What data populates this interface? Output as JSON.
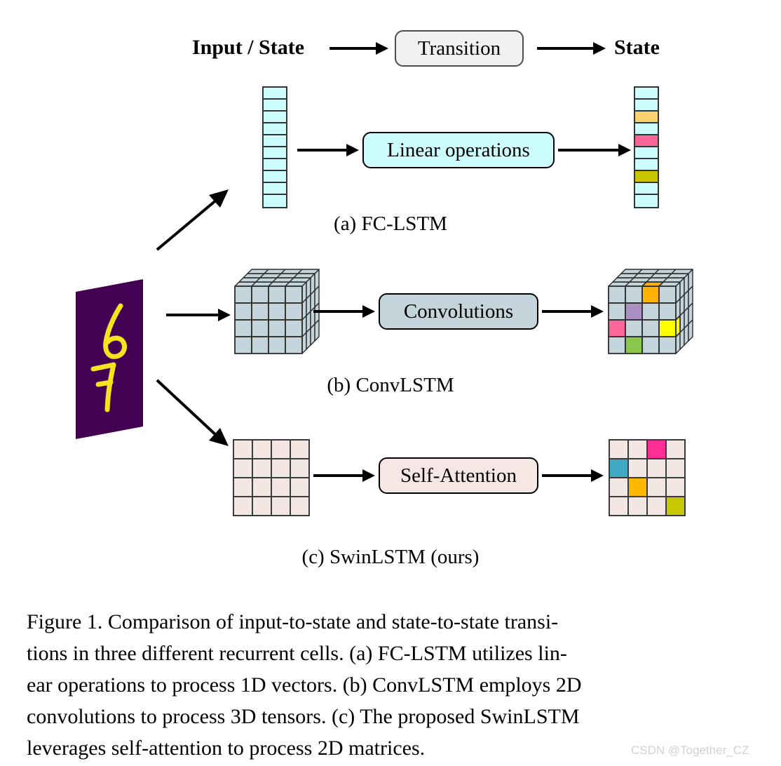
{
  "header": {
    "input_label": "Input / State",
    "transition_label": "Transition",
    "state_label": "State"
  },
  "rows": {
    "fc_lstm": {
      "op_label": "Linear operations",
      "caption": "(a) FC-LSTM",
      "input_vector": {
        "cells": 10,
        "colors": [
          "#ccfdff",
          "#ccfdff",
          "#ccfdff",
          "#ccfdff",
          "#ccfdff",
          "#ccfdff",
          "#ccfdff",
          "#ccfdff",
          "#ccfdff",
          "#ccfdff"
        ]
      },
      "output_vector": {
        "cells": 10,
        "colors": [
          "#ccfdff",
          "#ccfdff",
          "#fcd170",
          "#ccfdff",
          "#fa6698",
          "#ccfdff",
          "#ccfdff",
          "#c8c400",
          "#ccfdff",
          "#ccfdff"
        ]
      }
    },
    "conv_lstm": {
      "op_label": "Convolutions",
      "caption": "(b) ConvLSTM",
      "input_cube": {
        "grid": "4x4",
        "base_color": "#c3d4da",
        "highlights": []
      },
      "output_cube": {
        "grid": "4x4",
        "base_color": "#c3d4da",
        "highlights": [
          {
            "row": 1,
            "col": 3,
            "color": "#ffb300"
          },
          {
            "row": 2,
            "col": 2,
            "color": "#ab90c4"
          },
          {
            "row": 3,
            "col": 1,
            "color": "#fa6698"
          },
          {
            "row": 3,
            "col": 4,
            "color": "#ffff00"
          },
          {
            "row": 4,
            "col": 2,
            "color": "#8dc84e"
          }
        ]
      }
    },
    "swin_lstm": {
      "op_label": "Self-Attention",
      "caption": "(c) SwinLSTM (ours)",
      "input_matrix": {
        "grid": "4x4",
        "base_color": "#f2e7e3",
        "cells": [
          [
            "#f2e7e3",
            "#f2e7e3",
            "#f2e7e3",
            "#f2e7e3"
          ],
          [
            "#f2e7e3",
            "#f2e7e3",
            "#f2e7e3",
            "#f2e7e3"
          ],
          [
            "#f2e7e3",
            "#f2e7e3",
            "#f2e7e3",
            "#f2e7e3"
          ],
          [
            "#f2e7e3",
            "#f2e7e3",
            "#f2e7e3",
            "#f2e7e3"
          ]
        ]
      },
      "output_matrix": {
        "grid": "4x4",
        "base_color": "#f2e7e3",
        "cells": [
          [
            "#f2e7e3",
            "#f2e7e3",
            "#ff2d96",
            "#f2e7e3"
          ],
          [
            "#3fa9c4",
            "#f2e7e3",
            "#f2e7e3",
            "#f2e7e3"
          ],
          [
            "#f2e7e3",
            "#ffb700",
            "#f2e7e3",
            "#f2e7e3"
          ],
          [
            "#f2e7e3",
            "#f2e7e3",
            "#f2e7e3",
            "#c8c800"
          ]
        ]
      }
    }
  },
  "input_image": {
    "alt": "mnist-digits-plane",
    "background_color": "#440154",
    "digit_color": "#f5e31f",
    "digits": "6 7"
  },
  "caption": {
    "lines": [
      "Figure 1.  Comparison of input-to-state and state-to-state transi-",
      "tions in three different recurrent cells.  (a) FC-LSTM utilizes lin-",
      "ear operations to process 1D vectors. (b) ConvLSTM employs 2D",
      "convolutions to process 3D tensors. (c) The proposed SwinLSTM",
      "leverages self-attention to process 2D matrices."
    ]
  },
  "watermark": {
    "text": "CSDN @Together_CZ"
  }
}
